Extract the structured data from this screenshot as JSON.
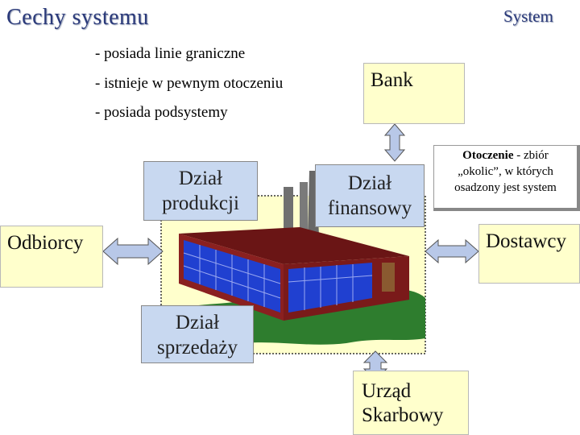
{
  "header": {
    "title": "Cechy systemu",
    "system_label": "System"
  },
  "bullets": [
    "- posiada linie graniczne",
    "- istnieje w pewnym otoczeniu",
    "- posiada podsystemy"
  ],
  "environment": {
    "term": "Otoczenie",
    "definition_line1": " - zbiór",
    "definition_line2": "„okolic”, w których",
    "definition_line3": "osadzony jest system"
  },
  "external_entities": {
    "bank": "Bank",
    "odbiorcy": "Odbiorcy",
    "dostawcy": "Dostawcy",
    "urzad_line1": "Urząd",
    "urzad_line2": "Skarbowy"
  },
  "subsystems": {
    "produkcja_line1": "Dział",
    "produkcja_line2": "produkcji",
    "finanse_line1": "Dział",
    "finanse_line2": "finansowy",
    "sprzedaz_line1": "Dział",
    "sprzedaz_line2": "sprzedaży"
  },
  "colors": {
    "external_box": "#ffffcc",
    "subsystem_box": "#c8d8f0",
    "system_area": "#ffffcc",
    "arrow_fill": "#b8c8e8",
    "factory_wall": "#7a1a1a",
    "factory_windows": "#2040d0",
    "ground": "#2e7d2e"
  }
}
